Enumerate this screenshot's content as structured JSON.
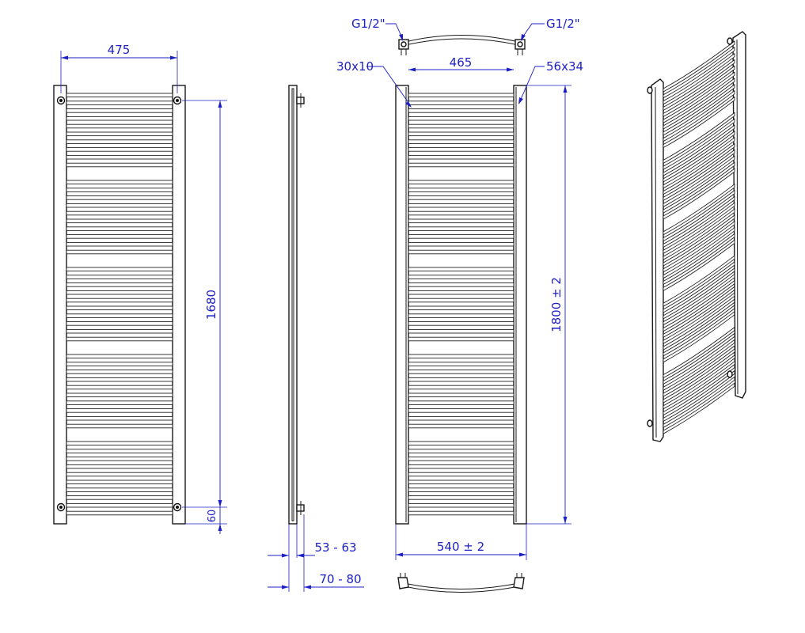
{
  "colors": {
    "dimension": "#1c1fc4",
    "outline": "#1a1a1a",
    "background": "#ffffff"
  },
  "front_view": {
    "width_label": "475",
    "height_label": "1680",
    "bottom_label": "60"
  },
  "side_view": {
    "depth_min_label": "53 - 63",
    "depth_max_label": "70 - 80"
  },
  "back_view": {
    "connection_left_label": "G1/2\"",
    "connection_right_label": "G1/2\"",
    "bar_size_label": "30x10",
    "top_width_label": "465",
    "collector_size_label": "56x34",
    "total_height_label": "1800 ± 2",
    "total_width_label": "540 ± 2"
  },
  "perspective_view": {}
}
